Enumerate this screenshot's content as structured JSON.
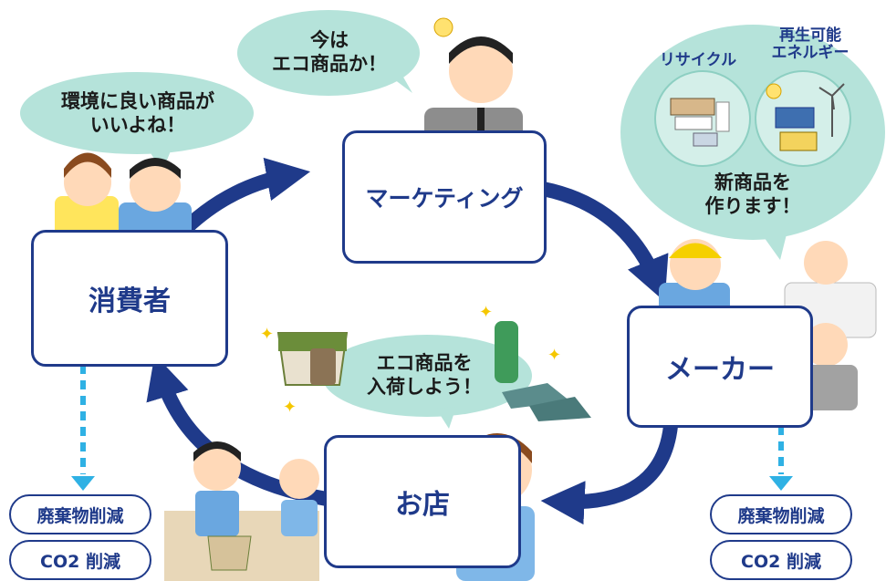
{
  "nodes": {
    "consumer": "消費者",
    "marketing": "マーケティング",
    "maker": "メーカー",
    "shop": "お店"
  },
  "bubbles": {
    "consumer_line1": "環境に良い商品が",
    "consumer_line2": "いいよね！",
    "marketing_line1": "今は",
    "marketing_line2": "エコ商品か！",
    "maker_line1": "新商品を",
    "maker_line2": "作ります！",
    "shop_line1": "エコ商品を",
    "shop_line2": "入荷しよう！"
  },
  "labels": {
    "recycle": "リサイクル",
    "renewable_line1": "再生可能",
    "renewable_line2": "エネルギー"
  },
  "outcomes": {
    "left_waste": "廃棄物削減",
    "left_co2": "CO2 削減",
    "right_waste": "廃棄物削減",
    "right_co2": "CO2 削減"
  },
  "colors": {
    "cycle_arrow": "#1f3a8a",
    "node_border": "#1f3a8a",
    "bubble_fill": "#b5e3da",
    "dashed_arrow": "#2fb1e4"
  }
}
